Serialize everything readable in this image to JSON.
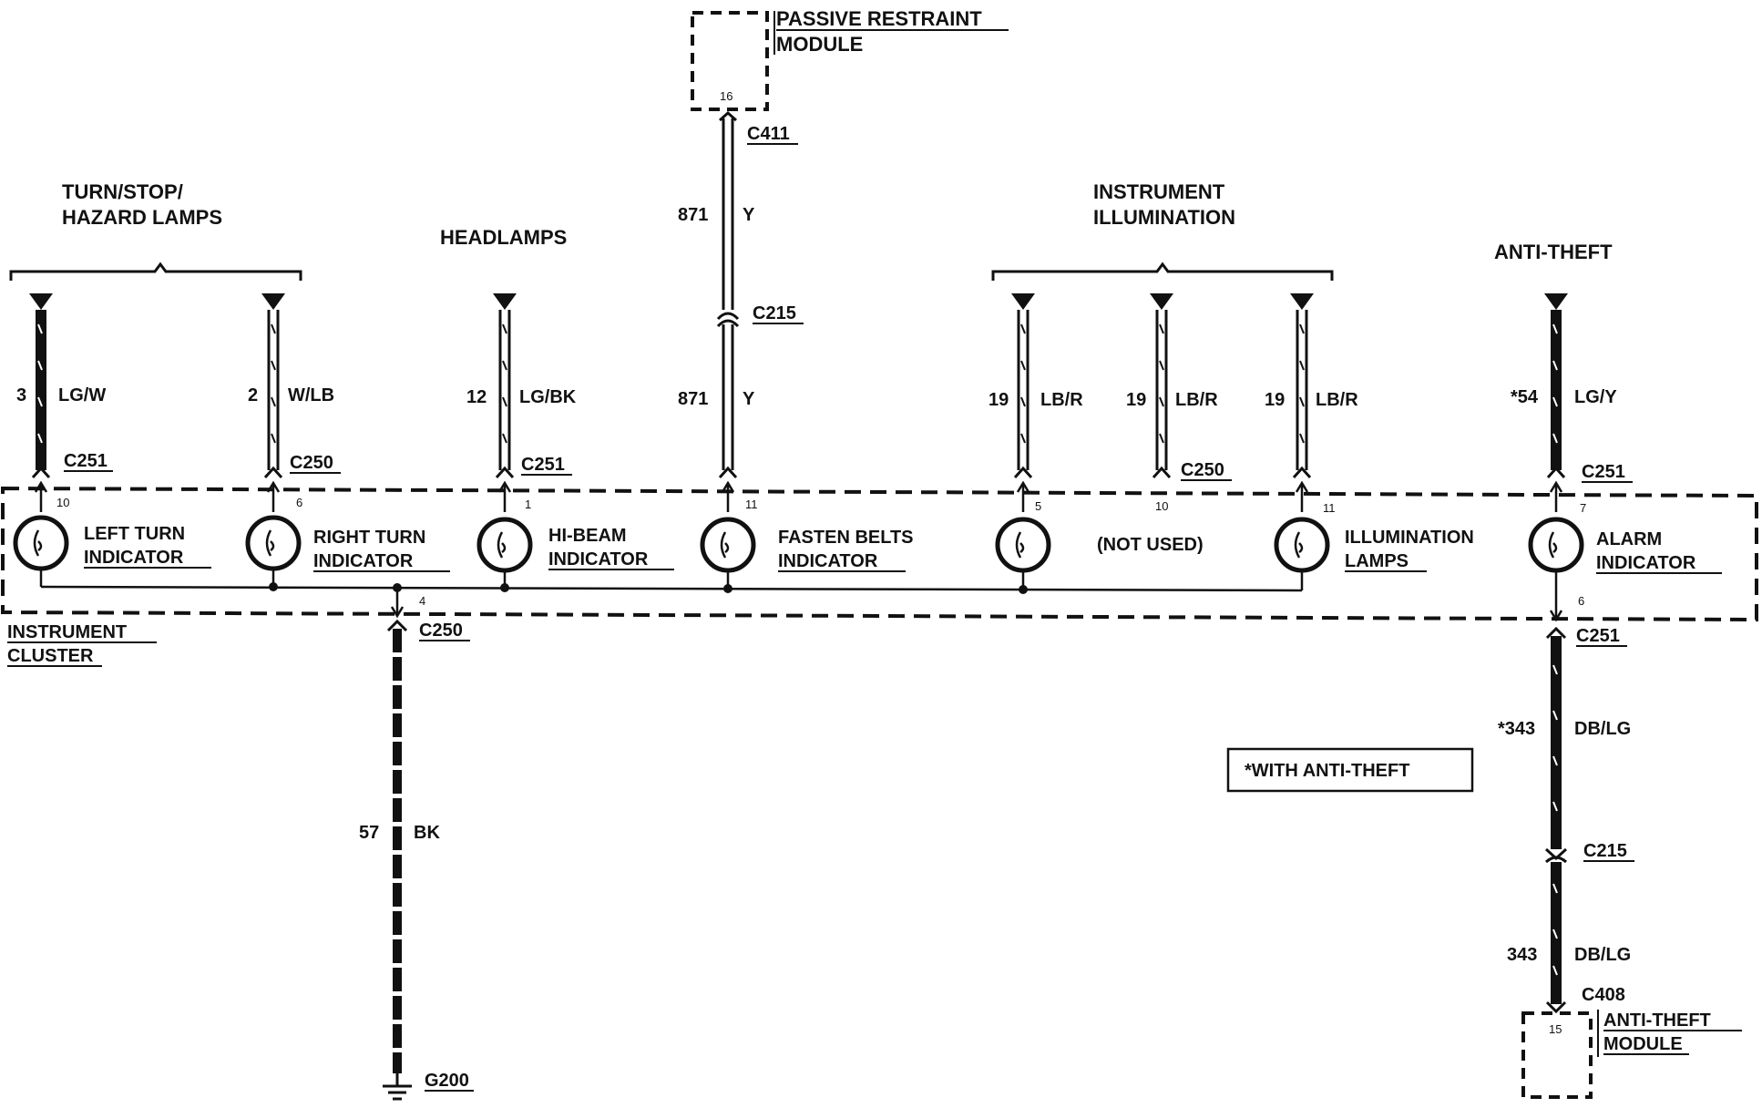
{
  "modules": {
    "passive_restraint": {
      "line1": "PASSIVE RESTRAINT",
      "line2": "MODULE",
      "pin": "16"
    },
    "anti_theft": {
      "line1": "ANTI-THEFT",
      "line2": "MODULE",
      "pin": "15"
    },
    "instrument_cluster": {
      "line1": "INSTRUMENT",
      "line2": "CLUSTER"
    }
  },
  "groups": {
    "turn": {
      "line1": "TURN/STOP/",
      "line2": "HAZARD LAMPS"
    },
    "headlamps": {
      "label": "HEADLAMPS"
    },
    "illum": {
      "line1": "INSTRUMENT",
      "line2": "ILLUMINATION"
    },
    "antitheft": {
      "label": "ANTI-THEFT"
    }
  },
  "connectors": {
    "c411": "C411",
    "c215_top": "C215",
    "c251_a": "C251",
    "c250_a": "C250",
    "c251_b": "C251",
    "c250_b": "C250",
    "c251_c": "C251",
    "c250_ground": "C250",
    "c251_d": "C251",
    "c215_bottom": "C215",
    "c408": "C408",
    "g200": "G200"
  },
  "wires": {
    "w871_top": {
      "circuit": "871",
      "color": "Y"
    },
    "w871_bottom": {
      "circuit": "871",
      "color": "Y"
    },
    "w3": {
      "circuit": "3",
      "color": "LG/W"
    },
    "w2": {
      "circuit": "2",
      "color": "W/LB"
    },
    "w12": {
      "circuit": "12",
      "color": "LG/BK"
    },
    "w19_a": {
      "circuit": "19",
      "color": "LB/R"
    },
    "w19_b": {
      "circuit": "19",
      "color": "LB/R"
    },
    "w19_c": {
      "circuit": "19",
      "color": "LB/R"
    },
    "w54": {
      "circuit": "*54",
      "color": "LG/Y"
    },
    "w57": {
      "circuit": "57",
      "color": "BK"
    },
    "w343_top": {
      "circuit": "*343",
      "color": "DB/LG"
    },
    "w343_bottom": {
      "circuit": "343",
      "color": "DB/LG"
    }
  },
  "indicators": {
    "left_turn": {
      "line1": "LEFT TURN",
      "line2": "INDICATOR",
      "pin": "10"
    },
    "right_turn": {
      "line1": "RIGHT TURN",
      "line2": "INDICATOR",
      "pin": "6"
    },
    "hi_beam": {
      "line1": "HI-BEAM",
      "line2": "INDICATOR",
      "pin": "1"
    },
    "fasten_belts": {
      "line1": "FASTEN BELTS",
      "line2": "INDICATOR",
      "pin": "11"
    },
    "not_used": {
      "label": "(NOT USED)",
      "pin": "5"
    },
    "illumination": {
      "line1": "ILLUMINATION",
      "line2": "LAMPS",
      "pin": "11"
    },
    "alarm": {
      "line1": "ALARM",
      "line2": "INDICATOR",
      "pin": "7"
    }
  },
  "pins": {
    "c250_pin10": "10",
    "ground_pin": "4",
    "alarm_out_pin": "6"
  },
  "note": {
    "text": "*WITH ANTI-THEFT"
  }
}
